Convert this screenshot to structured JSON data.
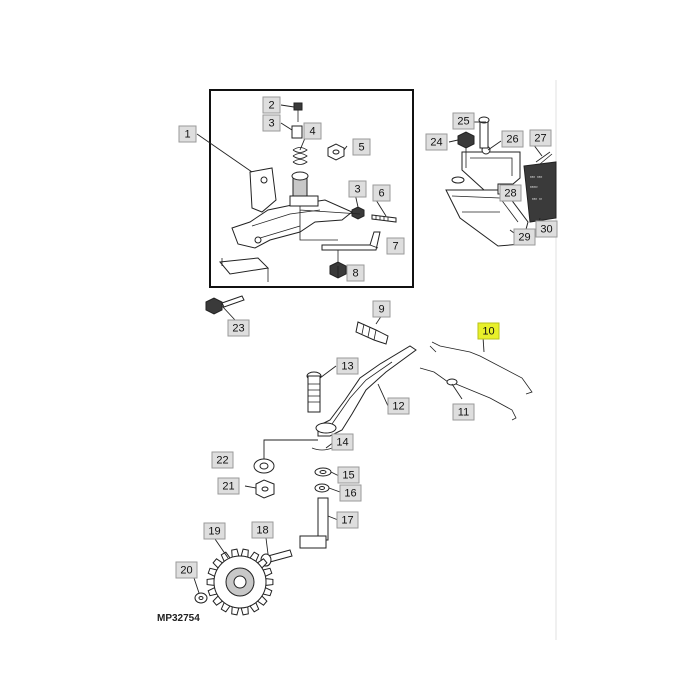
{
  "figure_id": "MP32754",
  "colors": {
    "highlight": "#e8f02a",
    "callout": "#dedede",
    "line": "#222222"
  },
  "callouts": [
    {
      "label": "1"
    },
    {
      "label": "2"
    },
    {
      "label": "3"
    },
    {
      "label": "4"
    },
    {
      "label": "5"
    },
    {
      "label": "3"
    },
    {
      "label": "6"
    },
    {
      "label": "7"
    },
    {
      "label": "8"
    },
    {
      "label": "23"
    },
    {
      "label": "25"
    },
    {
      "label": "24"
    },
    {
      "label": "26"
    },
    {
      "label": "27"
    },
    {
      "label": "28"
    },
    {
      "label": "29"
    },
    {
      "label": "30"
    },
    {
      "label": "9"
    },
    {
      "label": "10",
      "highlighted": true
    },
    {
      "label": "13"
    },
    {
      "label": "12"
    },
    {
      "label": "11"
    },
    {
      "label": "14"
    },
    {
      "label": "22"
    },
    {
      "label": "15"
    },
    {
      "label": "21"
    },
    {
      "label": "16"
    },
    {
      "label": "17"
    },
    {
      "label": "19"
    },
    {
      "label": "18"
    },
    {
      "label": "20"
    }
  ]
}
